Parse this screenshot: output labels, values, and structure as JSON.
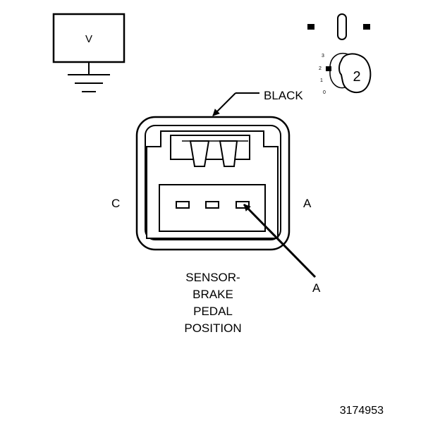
{
  "meter": {
    "symbol": "V"
  },
  "connector": {
    "color_label": "BLACK",
    "left_label": "C",
    "right_label": "A",
    "pointer_label": "A"
  },
  "title_lines": [
    "SENSOR-",
    "BRAKE",
    "PEDAL",
    "POSITION"
  ],
  "selector": {
    "positions": [
      "3",
      "2",
      "1",
      "0"
    ],
    "selected": "2"
  },
  "figure_number": "3174953"
}
